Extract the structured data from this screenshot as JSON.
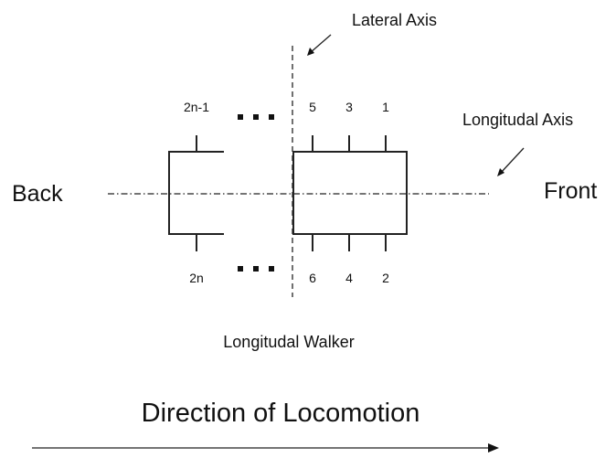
{
  "labels": {
    "lateral_axis": "Lateral Axis",
    "longitudinal_axis": "Longitudal Axis",
    "back": "Back",
    "front": "Front",
    "walker_name": "Longitudal Walker",
    "direction": "Direction of Locomotion"
  },
  "legs": {
    "top_left": "2n-1",
    "bottom_left": "2n",
    "top_right": [
      "5",
      "3",
      "1"
    ],
    "bottom_right": [
      "6",
      "4",
      "2"
    ]
  },
  "ellipsis": "..."
}
